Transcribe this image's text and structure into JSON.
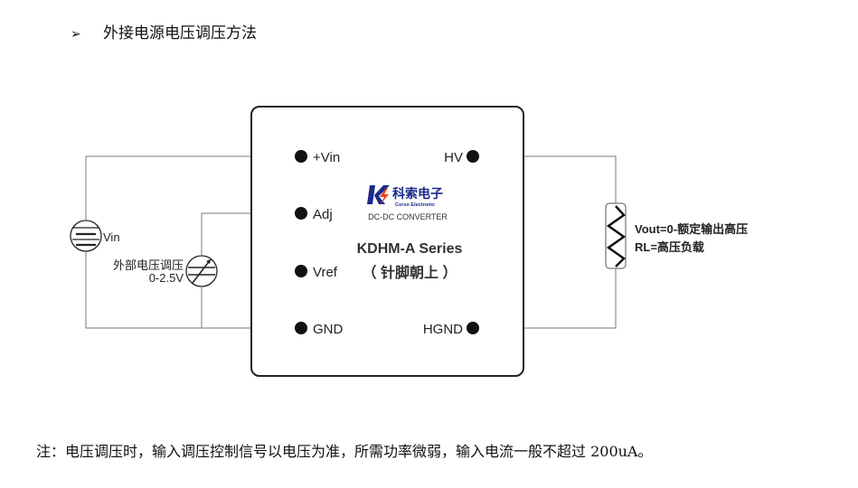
{
  "heading": {
    "bullet": "➢",
    "title": "外接电源电压调压方法"
  },
  "module": {
    "brand_cn": "科索电子",
    "brand_en": "Corso Electronic",
    "converter": "DC-DC CONVERTER",
    "series": "KDHM-A Series",
    "orientation": "（ 针脚朝上 ）",
    "pins": {
      "vin": "+Vin",
      "adj": "Adj",
      "vref": "Vref",
      "gnd": "GND",
      "hv": "HV",
      "hgnd": "HGND"
    }
  },
  "source": {
    "label": "Vin"
  },
  "adjust": {
    "label_line1": "外部电压调压",
    "label_line2": "0-2.5V"
  },
  "load": {
    "line1": "Vout=0-额定输出高压",
    "line2": "RL=高压负载"
  },
  "colors": {
    "wire": "#777777",
    "brand_blue": "#1a2a8c",
    "brand_red": "#e8401c"
  },
  "note": "注：电压调压时，输入调压控制信号以电压为准，所需功率微弱，输入电流一般不超过 200uA。"
}
